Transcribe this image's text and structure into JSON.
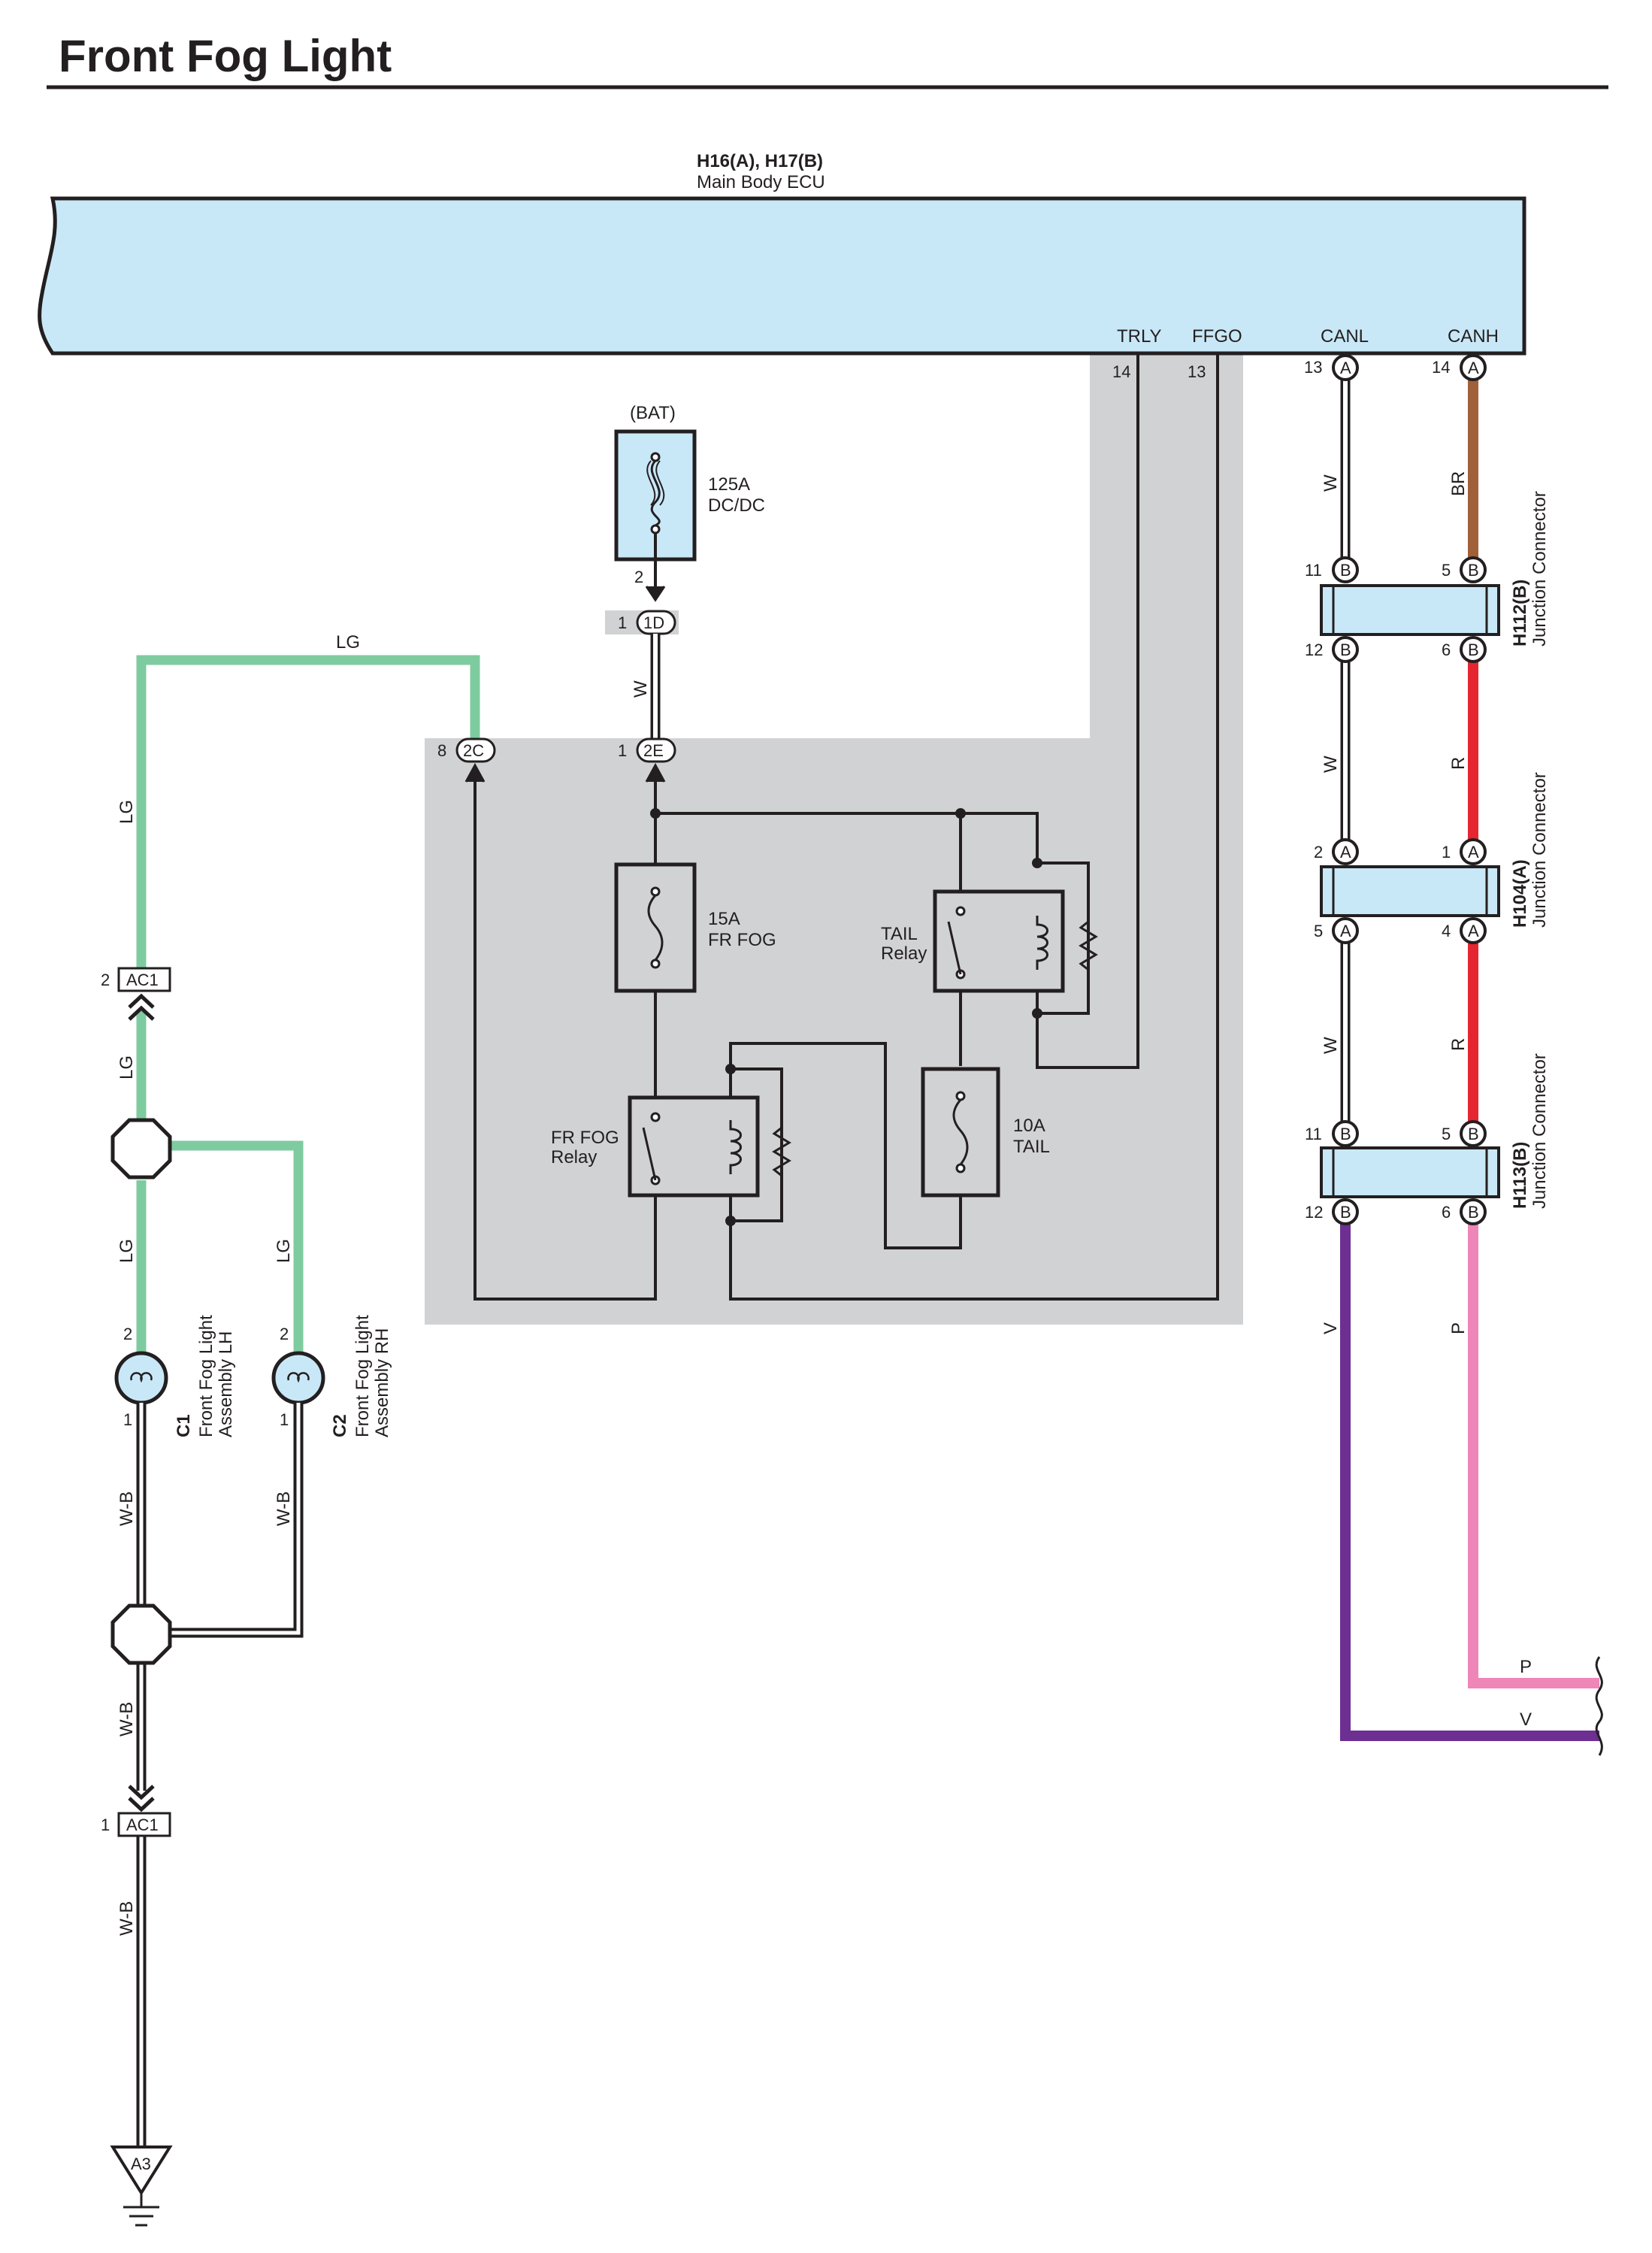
{
  "title": "Front Fog Light",
  "ecu": {
    "code": "H16(A), H17(B)",
    "name": "Main Body ECU",
    "terminals": [
      {
        "name": "TRLY",
        "pin": "14"
      },
      {
        "name": "FFGO",
        "pin": "13"
      },
      {
        "name": "CANL",
        "pin": "13",
        "conn": "A"
      },
      {
        "name": "CANH",
        "pin": "14",
        "conn": "A"
      }
    ]
  },
  "bat": "(BAT)",
  "fuse125": {
    "rating": "125A",
    "name": "DC/DC",
    "pin": "2"
  },
  "conn_1D": {
    "pin": "1",
    "id": "1D"
  },
  "conn_2E": {
    "pin": "1",
    "id": "2E"
  },
  "conn_2C": {
    "pin": "8",
    "id": "2C"
  },
  "fuse15": {
    "rating": "15A",
    "name": "FR FOG"
  },
  "fuse10": {
    "rating": "10A",
    "name": "TAIL"
  },
  "tail_relay": {
    "line1": "TAIL",
    "line2": "Relay"
  },
  "frfog_relay": {
    "line1": "FR FOG",
    "line2": "Relay"
  },
  "ac1_top": {
    "pin": "2",
    "id": "AC1"
  },
  "ac1_bottom": {
    "pin": "1",
    "id": "AC1"
  },
  "ground": "A3",
  "lamp_lh": {
    "code": "C1",
    "line1": "Front Fog Light",
    "line2": "Assembly LH",
    "pin_top": "2",
    "pin_bottom": "1"
  },
  "lamp_rh": {
    "code": "C2",
    "line1": "Front Fog Light",
    "line2": "Assembly RH",
    "pin_top": "2",
    "pin_bottom": "1"
  },
  "jc_h112": {
    "code": "H112(B)",
    "name": "Junction Connector",
    "pins": [
      "11",
      "5",
      "12",
      "6"
    ],
    "conn": "B"
  },
  "jc_h104": {
    "code": "H104(A)",
    "name": "Junction Connector",
    "pins": [
      "2",
      "1",
      "5",
      "4"
    ],
    "conn": "A"
  },
  "jc_h113": {
    "code": "H113(B)",
    "name": "Junction Connector",
    "pins": [
      "11",
      "5",
      "12",
      "6"
    ],
    "conn": "B"
  },
  "wire_colors": {
    "LG": "LG",
    "W": "W",
    "WB": "W-B",
    "BR": "BR",
    "R": "R",
    "V": "V",
    "P": "P"
  },
  "colors": {
    "ecu_fill": "#c9e8f7",
    "shade": "#d1d2d4",
    "lg_wire": "#7fcba0",
    "br_wire": "#a0603a",
    "r_wire": "#e52630",
    "v_wire": "#6d2f91",
    "p_wire": "#ee86b8"
  }
}
